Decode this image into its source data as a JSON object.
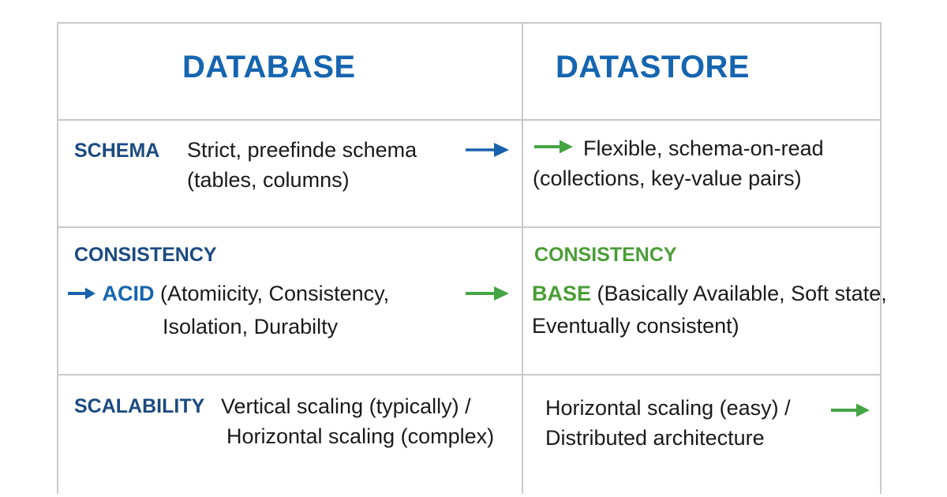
{
  "table": {
    "columns": [
      {
        "id": "database",
        "title": "DATABASE"
      },
      {
        "id": "datastore",
        "title": "DATASTORE"
      }
    ],
    "rows": [
      {
        "id": "schema",
        "left": {
          "label": "SCHEMA",
          "label_color": "#1b4a80",
          "line1": "Strict, preefinde schema",
          "line2": "(tables, columns)",
          "arrow": "right-arrow-blue-icon"
        },
        "right": {
          "line1": "Flexible, schema-on-read",
          "line2": "(collections, key-value pairs)",
          "arrow": "right-arrow-green-icon"
        }
      },
      {
        "id": "consistency",
        "left": {
          "heading": "CONSISTENCY",
          "heading_color": "#1b4a80",
          "acronym": "ACID",
          "acronym_color": "#1565b0",
          "line1": "(Atomiicity, Consistency,",
          "line2": "Isolation, Durabilty",
          "inline_arrow": "right-arrow-blue-small-icon",
          "arrow": "right-arrow-green-icon"
        },
        "right": {
          "heading": "CONSISTENCY",
          "heading_color": "#4a9e36",
          "acronym": "BASE",
          "acronym_color": "#4a9e36",
          "line1": "(Basically Available, Soft state,",
          "line2": "Eventually consistent)"
        }
      },
      {
        "id": "scalability",
        "left": {
          "label": "SCALABILITY",
          "label_color": "#1b4a80",
          "line1": "Vertical scaling (typically) /",
          "line2": "Horizontal scaling (complex)"
        },
        "right": {
          "line1": "Horizontal scaling (easy) /",
          "line2": "Distributed architecture",
          "arrow": "right-arrow-green-icon"
        }
      }
    ]
  },
  "colors": {
    "header_blue": "#1565b0",
    "navy": "#1b4a80",
    "green": "#4a9e36",
    "arrow_blue": "#1a61ad",
    "arrow_green": "#45a545",
    "border": "#c9c9c9",
    "text": "#1a1a1a",
    "background": "#ffffff"
  }
}
